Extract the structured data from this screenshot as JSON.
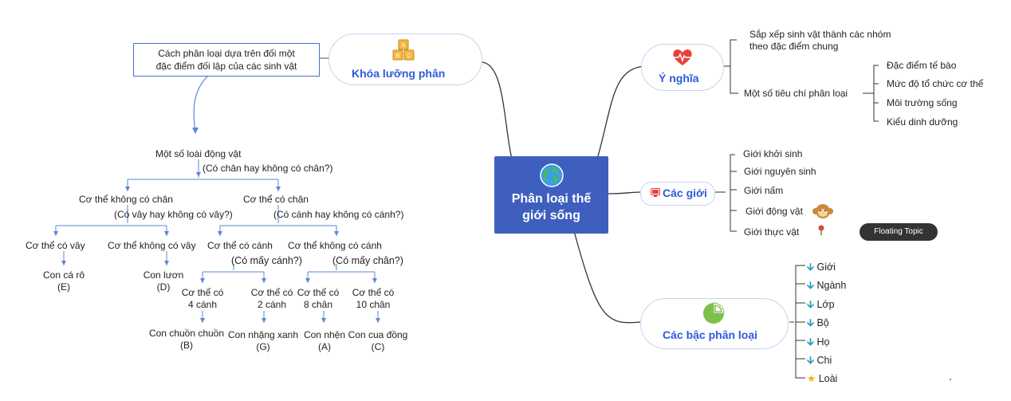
{
  "central": {
    "title_line1": "Phân loại thế",
    "title_line2": "giới sống",
    "icon": "globe-icon"
  },
  "khoa": {
    "title": "Khóa lưỡng phân",
    "icon": "abc-blocks-icon",
    "desc_line1": "Cách phân loại dựa trên đối một",
    "desc_line2": "đặc điểm đối lập của các sinh vật",
    "tree": {
      "root": "Một số loài động vật",
      "q_root": "(Có chân hay không có chân?)",
      "no_legs": "Cơ thể không có chân",
      "q_no_legs": "(Có vây hay không có vây?)",
      "legs": "Cơ thể có chân",
      "q_legs": "(Có cánh hay không có cánh?)",
      "fins": "Cơ thể có vây",
      "no_fins": "Cơ thể không có vây",
      "wings": "Cơ thể có cánh",
      "no_wings": "Cơ thể không có cánh",
      "q_wings": "(Có mấy cánh?)",
      "q_no_wings": "(Có mấy chân?)",
      "fish": "Con cá rô",
      "fish_id": "(E)",
      "eel": "Con lươn",
      "eel_id": "(D)",
      "four_wings_1": "Cơ thể có",
      "four_wings_2": "4 cánh",
      "two_wings_1": "Cơ thể có",
      "two_wings_2": "2 cánh",
      "eight_legs_1": "Cơ thể có",
      "eight_legs_2": "8 chân",
      "ten_legs_1": "Cơ thể có",
      "ten_legs_2": "10 chân",
      "dragonfly": "Con chuồn chuồn",
      "dragonfly_id": "(B)",
      "fly": "Con nhặng xanh",
      "fly_id": "(G)",
      "spider": "Con nhện",
      "spider_id": "(A)",
      "crab": "Con cua đồng",
      "crab_id": "(C)"
    }
  },
  "y_nghia": {
    "title": "Ý nghĩa",
    "icon": "heartbeat-icon",
    "item1_line1": "Sắp xếp sinh vật thành các nhóm",
    "item1_line2": "theo đặc điểm chung",
    "item2": "Một số tiêu chí phân loại",
    "criteria": [
      "Đặc điểm tế bào",
      "Mức độ tổ chức cơ thể",
      "Môi trường sống",
      "Kiểu dinh dưỡng"
    ]
  },
  "cac_gioi": {
    "title": "Các giới",
    "icon": "display-icon",
    "items": [
      "Giới khởi sinh",
      "Giới nguyên sinh",
      "Giới nấm",
      "Giới động vật",
      "Giới thực  vật"
    ]
  },
  "floating": "Floating Topic",
  "cac_bac": {
    "title": "Các bậc phân loại",
    "icon": "pie-chart-icon",
    "items": [
      "Giới",
      "Ngành",
      "Lớp",
      "Bộ",
      "Họ",
      "Chi",
      "Loài"
    ],
    "item_icons": [
      "arrow-down-icon",
      "arrow-down-icon",
      "arrow-down-icon",
      "arrow-down-icon",
      "arrow-down-icon",
      "arrow-down-icon",
      "star-icon"
    ]
  },
  "colors": {
    "central": "#3f5fbf",
    "topic": "#2e5bd9",
    "pill_border": "#c9d3ef",
    "tree_line": "#5b86d6",
    "connector": "#333333",
    "arrow": "#1a9bbd"
  }
}
